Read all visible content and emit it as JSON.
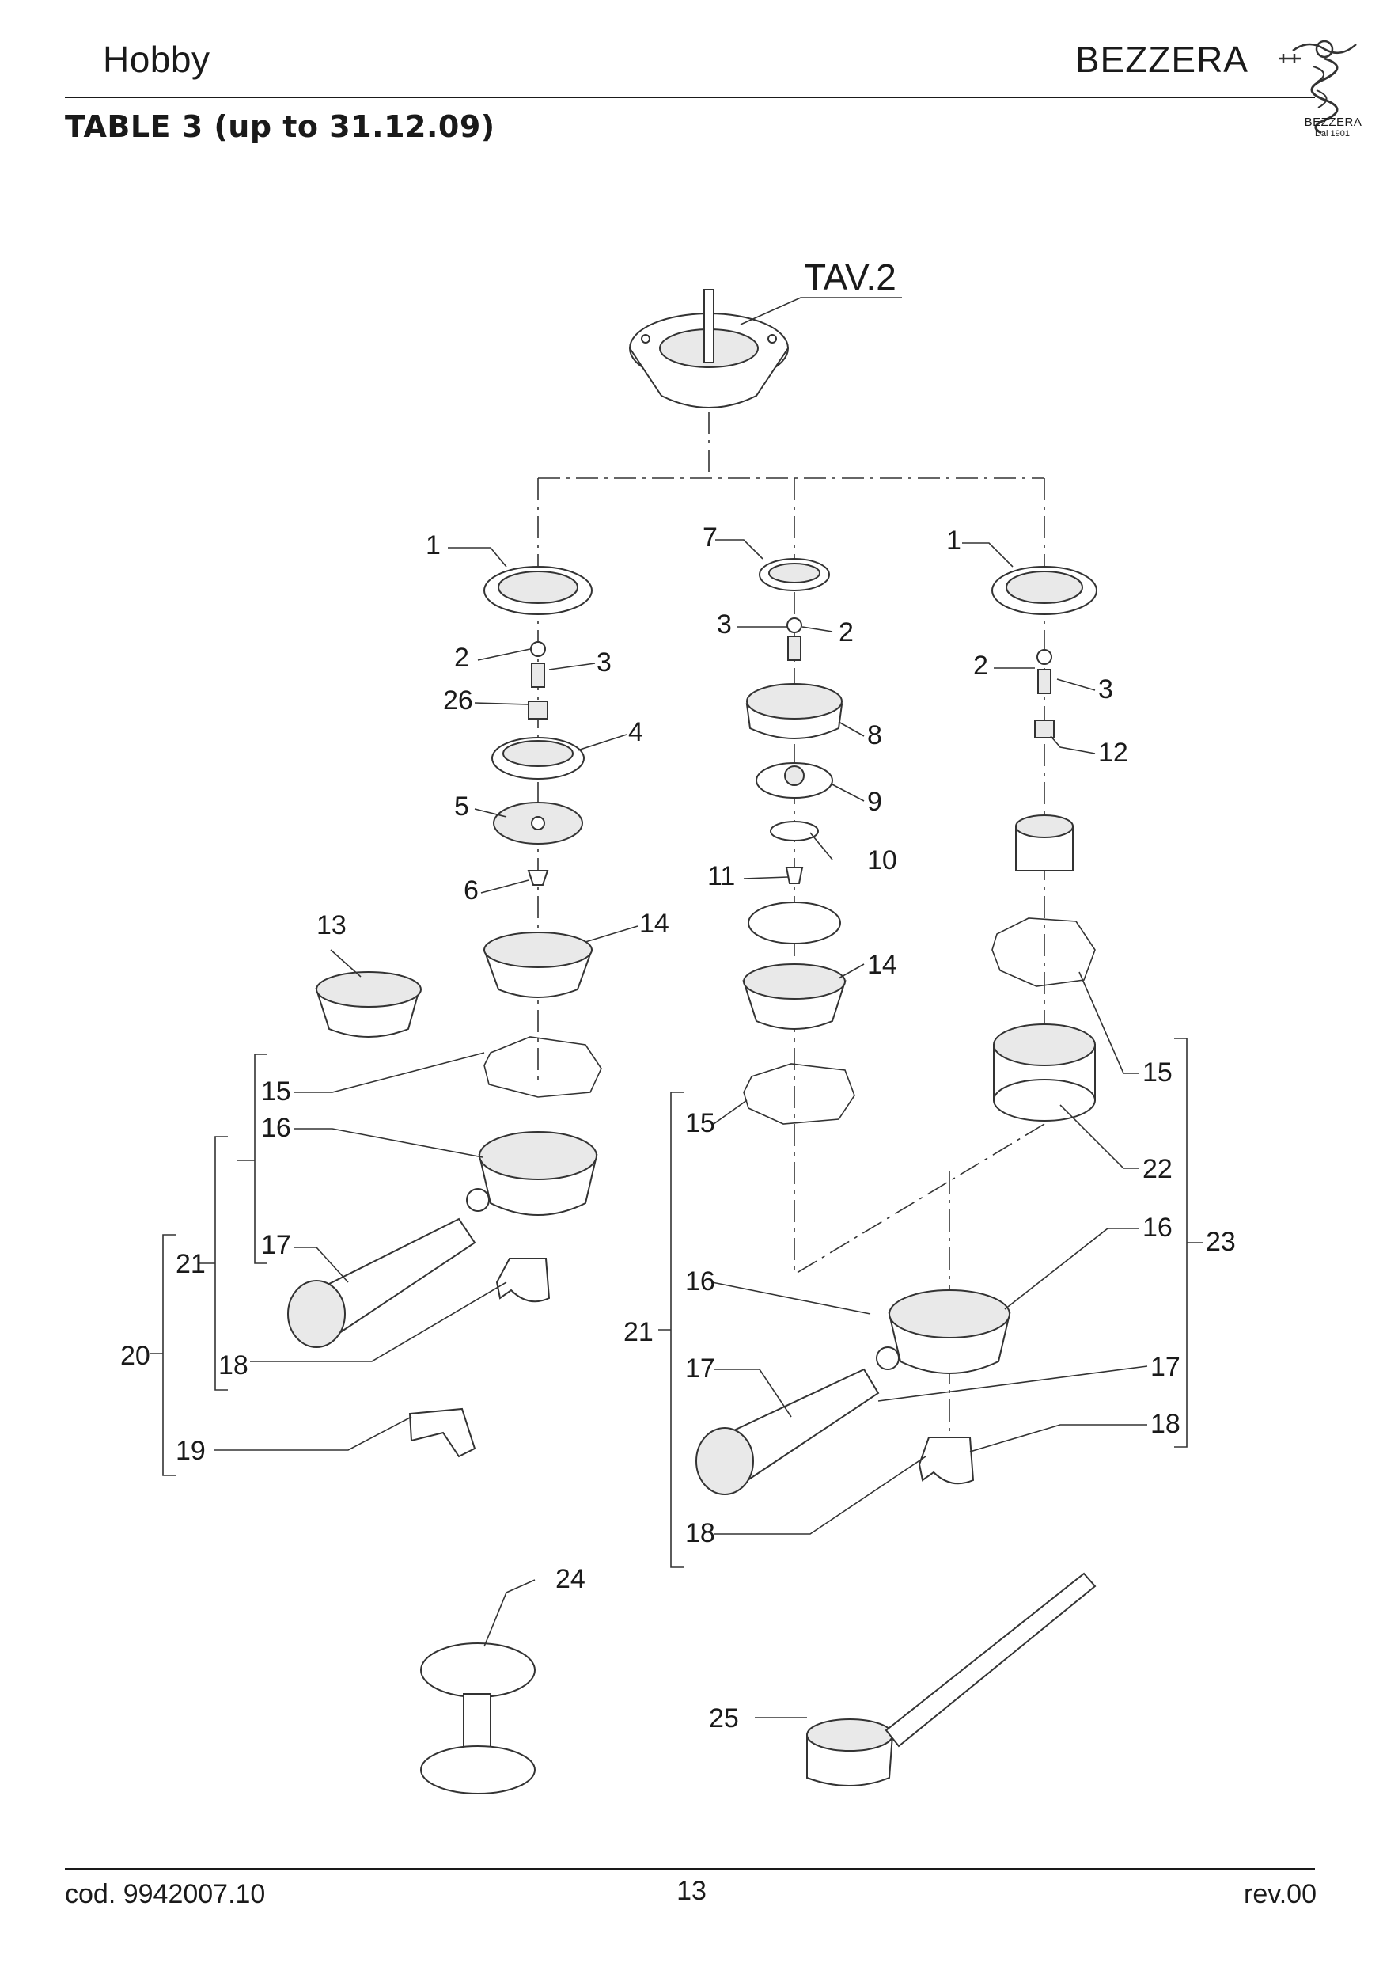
{
  "header": {
    "model": "Hobby",
    "brand": "BEZZERA",
    "table_title": "TABLE 3 (up to 31.12.09)",
    "logo_text": "BEZZERA",
    "logo_sub": "Dal 1901"
  },
  "diagram": {
    "reference": "TAV.2",
    "callouts": [
      "1",
      "2",
      "3",
      "26",
      "4",
      "5",
      "6",
      "13",
      "14",
      "15",
      "16",
      "17",
      "21",
      "20",
      "18",
      "19",
      "7",
      "3",
      "2",
      "8",
      "9",
      "10",
      "11",
      "14",
      "15",
      "16",
      "21",
      "17",
      "18",
      "1",
      "2",
      "3",
      "12",
      "15",
      "22",
      "16",
      "23",
      "17",
      "18",
      "24",
      "25"
    ]
  },
  "footer": {
    "code": "cod. 9942007.10",
    "page": "13",
    "revision": "rev.00"
  }
}
